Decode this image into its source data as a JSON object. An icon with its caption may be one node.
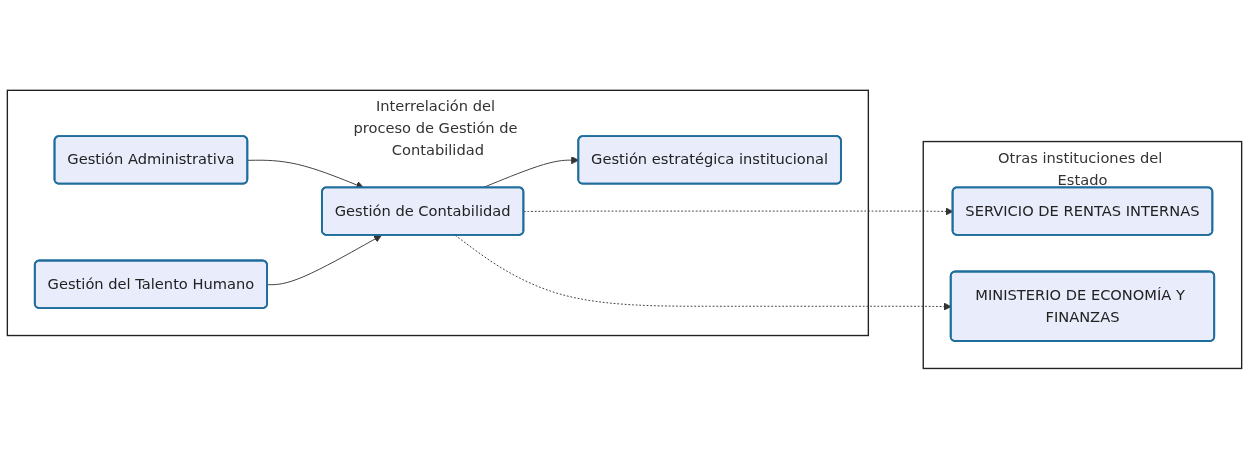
{
  "diagram": {
    "nodes": [
      {
        "text": [
          "Interrelación del proceso de Gestión de Contabilidad"
        ]
      },
      {
        "text": [
          "Gestión Administrativa"
        ],
        "in": 0
      },
      {
        "text": [
          "Gestión del Talento Humano"
        ],
        "in": 0
      },
      {
        "text": [
          "Gestión de Contabilidad"
        ],
        "in": 0
      },
      {
        "text": [
          "Gestión estratégica institucional"
        ],
        "in": 0
      },
      {
        "text": [
          "Otras instituciones del Estado"
        ]
      },
      {
        "text": [
          "SERVICIO DE RENTAS INTERNAS"
        ],
        "in": 5
      },
      {
        "text": [
          "MINISTERIO DE ECONOMÍA Y FINANZAS"
        ],
        "in": 5
      }
    ],
    "edges": [
      {
        "from": 1,
        "to": 3,
        "arrow": "to"
      },
      {
        "from": 2,
        "to": 3,
        "arrow": "to"
      },
      {
        "from": 3,
        "to": 4,
        "arrow": "to"
      },
      {
        "from": 3,
        "to": 6,
        "arrow": "to",
        "style": "dashed"
      },
      {
        "from": 3,
        "to": 7,
        "arrow": "to",
        "style": "dashed"
      }
    ]
  }
}
